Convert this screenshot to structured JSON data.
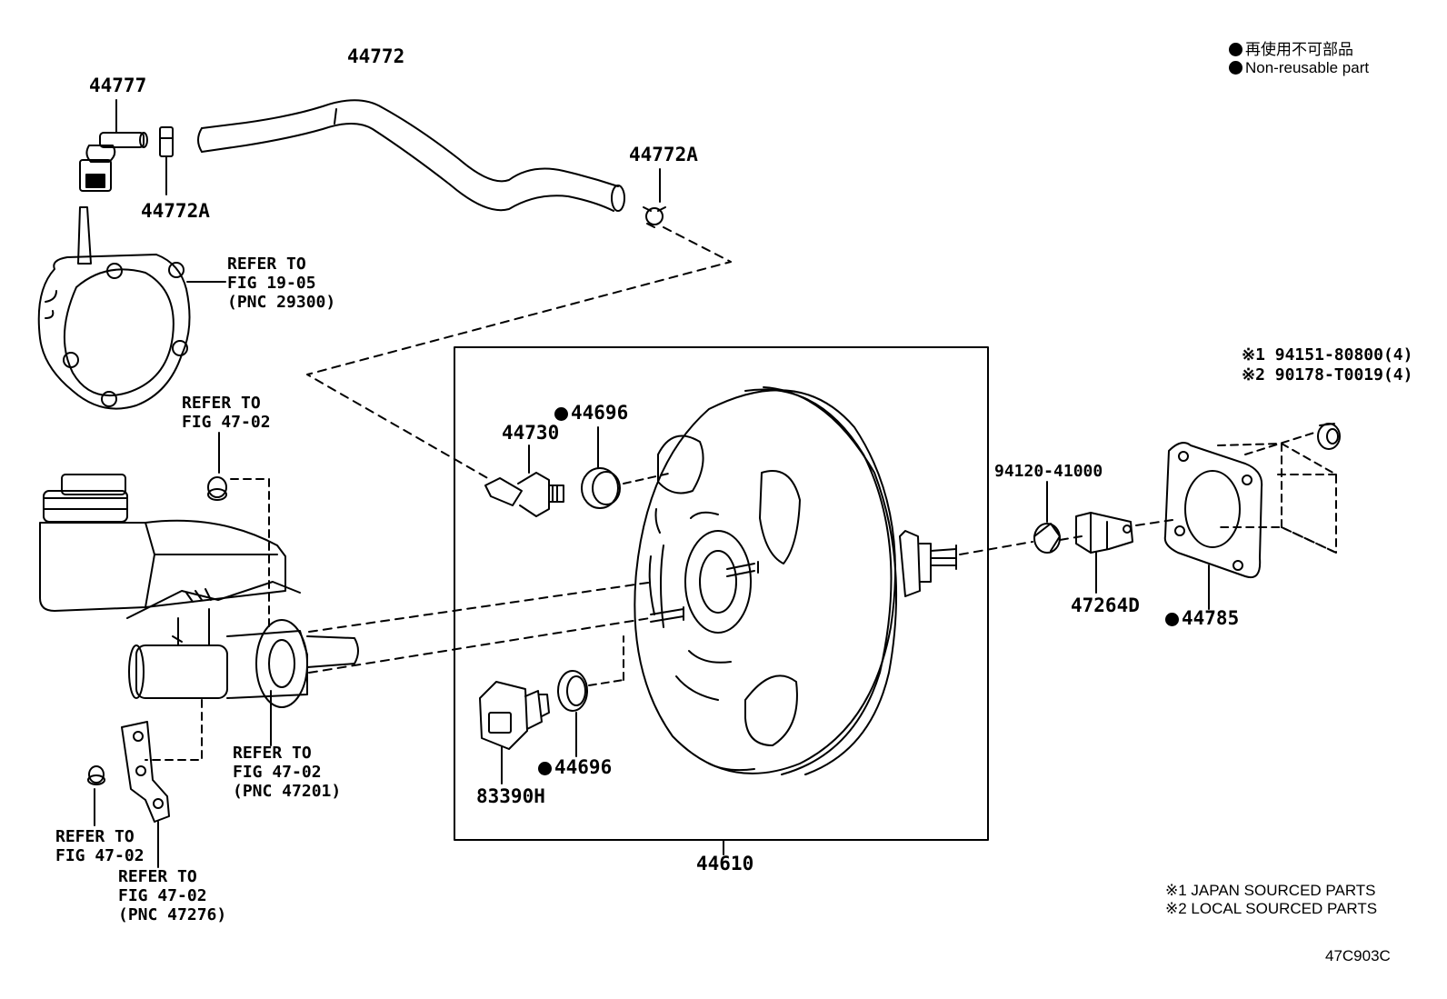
{
  "legend": {
    "marker_label_jp": "再使用不可部品",
    "marker_label_en": "Non-reusable part"
  },
  "parts": {
    "p44777": "44777",
    "p44772": "44772",
    "p44772A_left": "44772A",
    "p44772A_right": "44772A",
    "p44730": "44730",
    "p44696_top": "44696",
    "p44696_bottom": "44696",
    "p83390H": "83390H",
    "p44610": "44610",
    "p94120": "94120-41000",
    "p47264D": "47264D",
    "p44785": "44785",
    "bolt_1": "※1 94151-80800(4)",
    "bolt_2": "※2 90178-T0019(4)"
  },
  "references": {
    "vacuum_pump": "REFER TO\nFIG 19-05\n(PNC 29300)",
    "reservoir_cap": "REFER TO\nFIG 47-02",
    "master_cyl": "REFER TO\nFIG 47-02\n(PNC 47201)",
    "grommet": "REFER TO\nFIG 47-02",
    "bracket": "REFER TO\nFIG 47-02\n(PNC 47276)"
  },
  "notes": {
    "japan": "※1 JAPAN SOURCED PARTS",
    "local": "※2 LOCAL SOURCED PARTS",
    "figure_code": "47C903C"
  }
}
